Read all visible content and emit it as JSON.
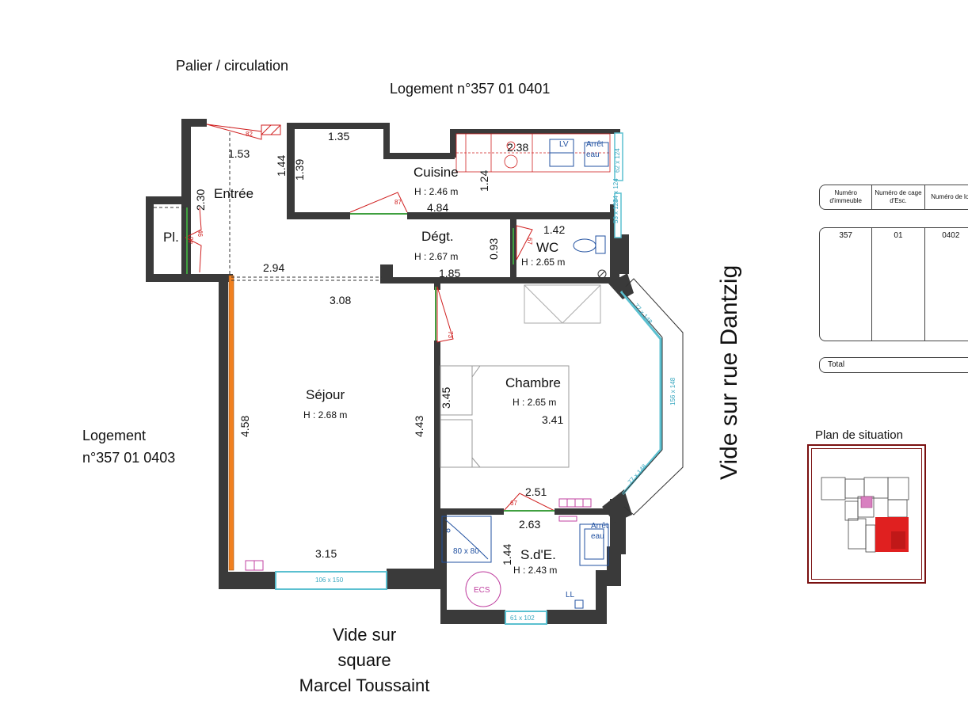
{
  "context": {
    "landing": "Palier / circulation",
    "neighbor_top": "Logement n°357 01 0401",
    "neighbor_left_line1": "Logement",
    "neighbor_left_line2": "n°357 01 0403",
    "view_right": "Vide sur rue Dantzig",
    "view_bottom_line1": "Vide sur",
    "view_bottom_line2": "square",
    "view_bottom_line3": "Marcel Toussaint"
  },
  "rooms": {
    "entree": {
      "name": "Entrée"
    },
    "placard": {
      "name": "Pl."
    },
    "cuisine": {
      "name": "Cuisine",
      "height": "H : 2.46 m"
    },
    "degt": {
      "name": "Dégt.",
      "height": "H : 2.67 m"
    },
    "wc": {
      "name": "WC",
      "height": "H : 2.65 m"
    },
    "sejour": {
      "name": "Séjour",
      "height": "H : 2.68 m"
    },
    "chambre": {
      "name": "Chambre",
      "height": "H : 2.65 m"
    },
    "sde": {
      "name": "S.d'E.",
      "height": "H : 2.43 m"
    }
  },
  "dimensions": [
    "1.35",
    "1.53",
    "1.44",
    "1.39",
    "2.30",
    "2.38",
    "1.24",
    "4.84",
    "1.42",
    "0.93",
    "1.85",
    "2.94",
    "3.08",
    "4.58",
    "4.43",
    "3.45",
    "3.41",
    "2.51",
    "2.63",
    "1.44",
    "3.15"
  ],
  "door_widths": [
    "82",
    "87",
    "67",
    "73",
    "67",
    "46",
    "46"
  ],
  "window_sizes": [
    "106 x 150",
    "61 x 102",
    "77 x 148",
    "156 x 148",
    "77 x 148",
    "62 x 124",
    "53 x 124",
    "34 x 124"
  ],
  "fixtures": {
    "lv": "LV",
    "arret_eau_1a": "Arrêt",
    "arret_eau_1b": "eau",
    "arret_eau_2a": "Arrêt",
    "arret_eau_2b": "eau",
    "shower": "80 x 80",
    "ecs": "ECS",
    "ll": "LL"
  },
  "table": {
    "headers": [
      "Numéro d'immeuble",
      "Numéro de cage d'Esc.",
      "Numéro de lot"
    ],
    "values": [
      "357",
      "01",
      "0402"
    ],
    "total_label": "Total"
  },
  "situation": {
    "title": "Plan de situation"
  },
  "colors": {
    "wall": "#3a3a3a",
    "door": "#d02020",
    "window": "#5bc0d0",
    "accent": "#f08020",
    "ecs": "#c040a0",
    "highlight": "#e02020"
  }
}
